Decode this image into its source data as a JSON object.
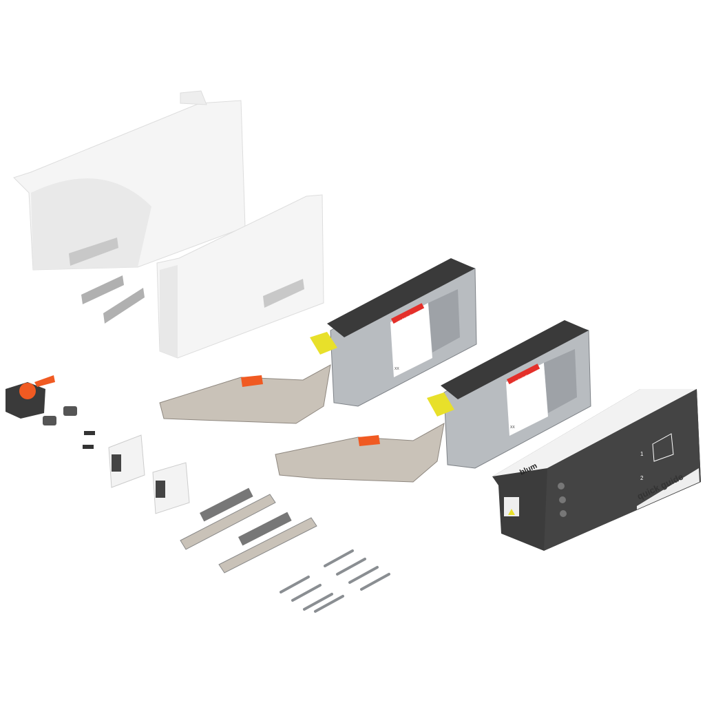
{
  "product": {
    "brand": "blum",
    "servo_label": "quick guide",
    "warning_label": "WARNING",
    "step_1": "1",
    "step_2": "2",
    "label_code": "XX"
  },
  "colors": {
    "background": "#ffffff",
    "cover_white": "#f4f4f4",
    "servo_dark": "#3c3c3c",
    "mechanism_gray": "#b8bcc0",
    "arm_silver": "#c9c2b8",
    "accent_yellow": "#e8e02a",
    "accent_orange": "#f05a22",
    "warning_red": "#e4302a"
  }
}
